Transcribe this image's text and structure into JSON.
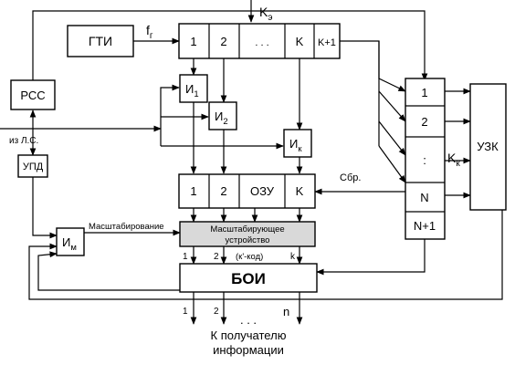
{
  "blocks": {
    "rss": "РСС",
    "gti": "ГТИ",
    "upd": "УПД",
    "uzk": "УЗК",
    "boi": "БОИ",
    "scaling_device_line1": "Масштабирующее",
    "scaling_device_line2": "устройство"
  },
  "signals": {
    "fg_main": "f",
    "fg_sub": "г",
    "ke_main": "K",
    "ke_sub": "э",
    "kk_main": "K",
    "kk_sub": "к",
    "input_source": "из Л.С.",
    "reset": "Сбр.",
    "scaling": "Масштабирование"
  },
  "gates": {
    "i1_main": "И",
    "i1_sub": "1",
    "i2_main": "И",
    "i2_sub": "2",
    "ik_main": "И",
    "ik_sub": "к",
    "im_main": "И",
    "im_sub": "м"
  },
  "counter_top": [
    "1",
    "2",
    ". . .",
    "K",
    "K+1"
  ],
  "ozu": [
    "1",
    "2",
    "ОЗУ",
    "K"
  ],
  "register_right": [
    "1",
    "2",
    ":",
    "N",
    "N+1"
  ],
  "scaling_outputs": [
    "1",
    "2",
    "(к'-код)",
    "k"
  ],
  "output": {
    "first": "1",
    "second": "2",
    "dots": ". . .",
    "last": "n",
    "caption_line1": "К получателю",
    "caption_line2": "информации"
  }
}
